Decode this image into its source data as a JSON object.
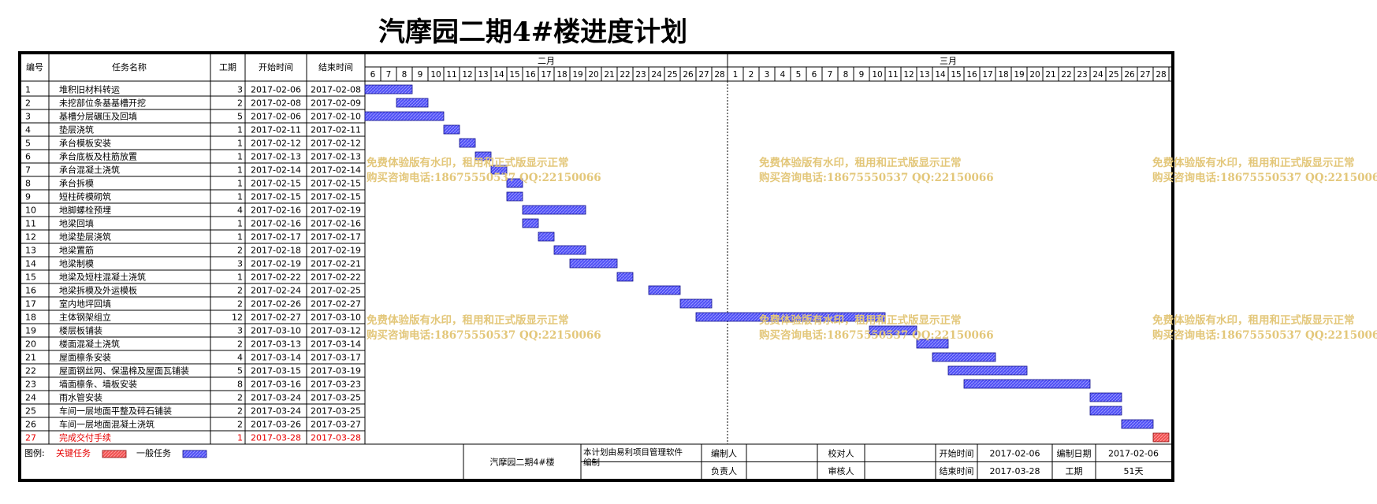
{
  "title": "汽摩园二期4#楼进度计划",
  "headers": {
    "id": "编号",
    "name": "任务名称",
    "dur": "工期",
    "start": "开始时间",
    "end": "结束时间"
  },
  "months": [
    {
      "label": "二月",
      "days": [
        "6",
        "7",
        "8",
        "9",
        "10",
        "11",
        "12",
        "13",
        "14",
        "15",
        "16",
        "17",
        "18",
        "19",
        "20",
        "21",
        "22",
        "23",
        "24",
        "25",
        "26",
        "27",
        "28"
      ]
    },
    {
      "label": "三月",
      "days": [
        "1",
        "2",
        "3",
        "4",
        "5",
        "6",
        "7",
        "8",
        "9",
        "10",
        "11",
        "12",
        "13",
        "14",
        "15",
        "16",
        "17",
        "18",
        "19",
        "20",
        "21",
        "22",
        "23",
        "24",
        "25",
        "26",
        "27",
        "28"
      ]
    }
  ],
  "chart_data": {
    "type": "gantt",
    "start_date": "2017-02-06",
    "tasks": [
      {
        "id": "1",
        "name": "堆积旧材料转运",
        "dur": "3",
        "start": "2017-02-06",
        "end": "2017-02-08",
        "critical": false
      },
      {
        "id": "2",
        "name": "未挖部位条基基槽开挖",
        "dur": "2",
        "start": "2017-02-08",
        "end": "2017-02-09",
        "critical": false
      },
      {
        "id": "3",
        "name": "基槽分层碾压及回填",
        "dur": "5",
        "start": "2017-02-06",
        "end": "2017-02-10",
        "critical": false
      },
      {
        "id": "4",
        "name": "垫层浇筑",
        "dur": "1",
        "start": "2017-02-11",
        "end": "2017-02-11",
        "critical": false
      },
      {
        "id": "5",
        "name": "承台模板安装",
        "dur": "1",
        "start": "2017-02-12",
        "end": "2017-02-12",
        "critical": false
      },
      {
        "id": "6",
        "name": "承台底板及柱筋放置",
        "dur": "1",
        "start": "2017-02-13",
        "end": "2017-02-13",
        "critical": false
      },
      {
        "id": "7",
        "name": "承台混凝土浇筑",
        "dur": "1",
        "start": "2017-02-14",
        "end": "2017-02-14",
        "critical": false
      },
      {
        "id": "8",
        "name": "承台拆模",
        "dur": "1",
        "start": "2017-02-15",
        "end": "2017-02-15",
        "critical": false
      },
      {
        "id": "9",
        "name": "短柱砖模砌筑",
        "dur": "1",
        "start": "2017-02-15",
        "end": "2017-02-15",
        "critical": false
      },
      {
        "id": "10",
        "name": "地脚螺栓预埋",
        "dur": "4",
        "start": "2017-02-16",
        "end": "2017-02-19",
        "critical": false
      },
      {
        "id": "11",
        "name": "地梁回填",
        "dur": "1",
        "start": "2017-02-16",
        "end": "2017-02-16",
        "critical": false
      },
      {
        "id": "12",
        "name": "地梁垫层浇筑",
        "dur": "1",
        "start": "2017-02-17",
        "end": "2017-02-17",
        "critical": false
      },
      {
        "id": "13",
        "name": "地梁置筋",
        "dur": "2",
        "start": "2017-02-18",
        "end": "2017-02-19",
        "critical": false
      },
      {
        "id": "14",
        "name": "地梁制模",
        "dur": "3",
        "start": "2017-02-19",
        "end": "2017-02-21",
        "critical": false
      },
      {
        "id": "15",
        "name": "地梁及短柱混凝土浇筑",
        "dur": "1",
        "start": "2017-02-22",
        "end": "2017-02-22",
        "critical": false
      },
      {
        "id": "16",
        "name": "地梁拆模及外运模板",
        "dur": "2",
        "start": "2017-02-24",
        "end": "2017-02-25",
        "critical": false
      },
      {
        "id": "17",
        "name": "室内地坪回填",
        "dur": "2",
        "start": "2017-02-26",
        "end": "2017-02-27",
        "critical": false
      },
      {
        "id": "18",
        "name": "主体钢架组立",
        "dur": "12",
        "start": "2017-02-27",
        "end": "2017-03-10",
        "critical": false
      },
      {
        "id": "19",
        "name": "楼层板铺装",
        "dur": "3",
        "start": "2017-03-10",
        "end": "2017-03-12",
        "critical": false
      },
      {
        "id": "20",
        "name": "楼面混凝土浇筑",
        "dur": "2",
        "start": "2017-03-13",
        "end": "2017-03-14",
        "critical": false
      },
      {
        "id": "21",
        "name": "屋面檩条安装",
        "dur": "4",
        "start": "2017-03-14",
        "end": "2017-03-17",
        "critical": false
      },
      {
        "id": "22",
        "name": "屋面钢丝网、保温棉及屋面瓦铺装",
        "dur": "5",
        "start": "2017-03-15",
        "end": "2017-03-19",
        "critical": false
      },
      {
        "id": "23",
        "name": "墙面檩条、墙板安装",
        "dur": "8",
        "start": "2017-03-16",
        "end": "2017-03-23",
        "critical": false
      },
      {
        "id": "24",
        "name": "雨水管安装",
        "dur": "2",
        "start": "2017-03-24",
        "end": "2017-03-25",
        "critical": false
      },
      {
        "id": "25",
        "name": "车间一层地面平整及碎石铺装",
        "dur": "2",
        "start": "2017-03-24",
        "end": "2017-03-25",
        "critical": false
      },
      {
        "id": "26",
        "name": "车间一层地面混凝土浇筑",
        "dur": "2",
        "start": "2017-03-26",
        "end": "2017-03-27",
        "critical": false
      },
      {
        "id": "27",
        "name": "完成交付手续",
        "dur": "1",
        "start": "2017-03-28",
        "end": "2017-03-28",
        "critical": true
      }
    ]
  },
  "legend": {
    "prefix": "图例:",
    "critical": "关键任务",
    "normal": "一般任务"
  },
  "footer": {
    "project": "汽摩园二期4#楼",
    "note": "本计划由易利项目管理软件编制",
    "compiler": "编制人",
    "checker": "校对人",
    "start_label": "开始时间",
    "start_value": "2017-02-06",
    "date_label": "编制日期",
    "date_value": "2017-02-06",
    "owner": "负责人",
    "reviewer": "审核人",
    "end_label": "结束时间",
    "end_value": "2017-03-28",
    "period_label": "工期",
    "period_value": "51天"
  },
  "watermark": {
    "line1": "免费体验版有水印，租用和正式版显示正常",
    "line2": "购买咨询电话:18675550537 QQ:22150066"
  },
  "colors": {
    "normal_bar": "#4f4ff5",
    "critical_bar": "#ef5050",
    "critical_text": "#e60000",
    "watermark": "#e3c77a"
  }
}
